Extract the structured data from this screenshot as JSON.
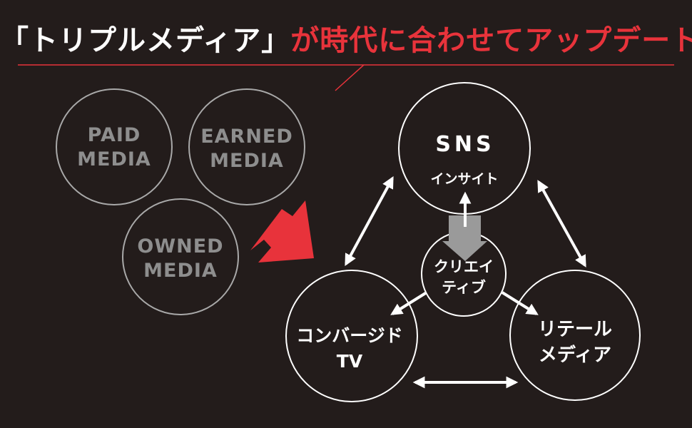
{
  "headline": {
    "part1": "「トリプルメディア」",
    "part2": "が時代に合わせてアップデート!"
  },
  "old_model": {
    "paid": [
      "PAID",
      "MEDIA"
    ],
    "earned": [
      "EARNED",
      "MEDIA"
    ],
    "owned": [
      "OWNED",
      "MEDIA"
    ]
  },
  "new_model": {
    "sns_title": "SNS",
    "sns_sub": "インサイト",
    "creative": [
      "クリエイ",
      "ティブ"
    ],
    "ctv": [
      "コンバージド",
      "TV"
    ],
    "retail": [
      "リテール",
      "メディア"
    ]
  },
  "colors": {
    "background": "#231c1b",
    "accent_red": "#e8333b",
    "grey_text": "#8e8e8e",
    "grey_circle": "#a9a9a9"
  }
}
